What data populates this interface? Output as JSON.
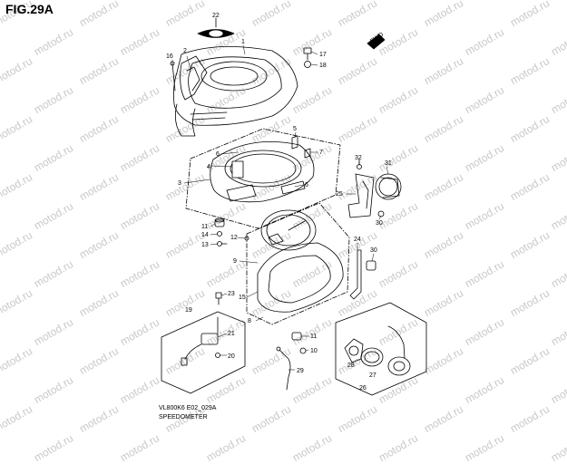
{
  "figure": {
    "title": "FIG.29A",
    "code": "VL800K6 E02_029A",
    "name": "SPEEDOMETER",
    "fwd_label": "FWD"
  },
  "watermark": "motod.ru",
  "callouts": [
    {
      "id": "c22",
      "num": "22"
    },
    {
      "id": "c2",
      "num": "2"
    },
    {
      "id": "c1",
      "num": "1"
    },
    {
      "id": "c16",
      "num": "16"
    },
    {
      "id": "c17",
      "num": "17"
    },
    {
      "id": "c18",
      "num": "18"
    },
    {
      "id": "c5",
      "num": "5"
    },
    {
      "id": "c6a",
      "num": "6"
    },
    {
      "id": "c7",
      "num": "7"
    },
    {
      "id": "c4",
      "num": "4"
    },
    {
      "id": "c3",
      "num": "3"
    },
    {
      "id": "c6b",
      "num": "6"
    },
    {
      "id": "c32",
      "num": "32"
    },
    {
      "id": "c31",
      "num": "31"
    },
    {
      "id": "c25",
      "num": "25"
    },
    {
      "id": "c30a",
      "num": "30"
    },
    {
      "id": "c11a",
      "num": "11"
    },
    {
      "id": "c14",
      "num": "14"
    },
    {
      "id": "c13",
      "num": "13"
    },
    {
      "id": "c12",
      "num": "12"
    },
    {
      "id": "c24",
      "num": "24"
    },
    {
      "id": "c30b",
      "num": "30"
    },
    {
      "id": "c9",
      "num": "9"
    },
    {
      "id": "c15",
      "num": "15"
    },
    {
      "id": "c23",
      "num": "23"
    },
    {
      "id": "c19",
      "num": "19"
    },
    {
      "id": "c8",
      "num": "8"
    },
    {
      "id": "c21",
      "num": "21"
    },
    {
      "id": "c20",
      "num": "20"
    },
    {
      "id": "c11b",
      "num": "11"
    },
    {
      "id": "c10",
      "num": "10"
    },
    {
      "id": "c29",
      "num": "29"
    },
    {
      "id": "c28",
      "num": "28"
    },
    {
      "id": "c27",
      "num": "27"
    },
    {
      "id": "c26",
      "num": "26"
    }
  ]
}
